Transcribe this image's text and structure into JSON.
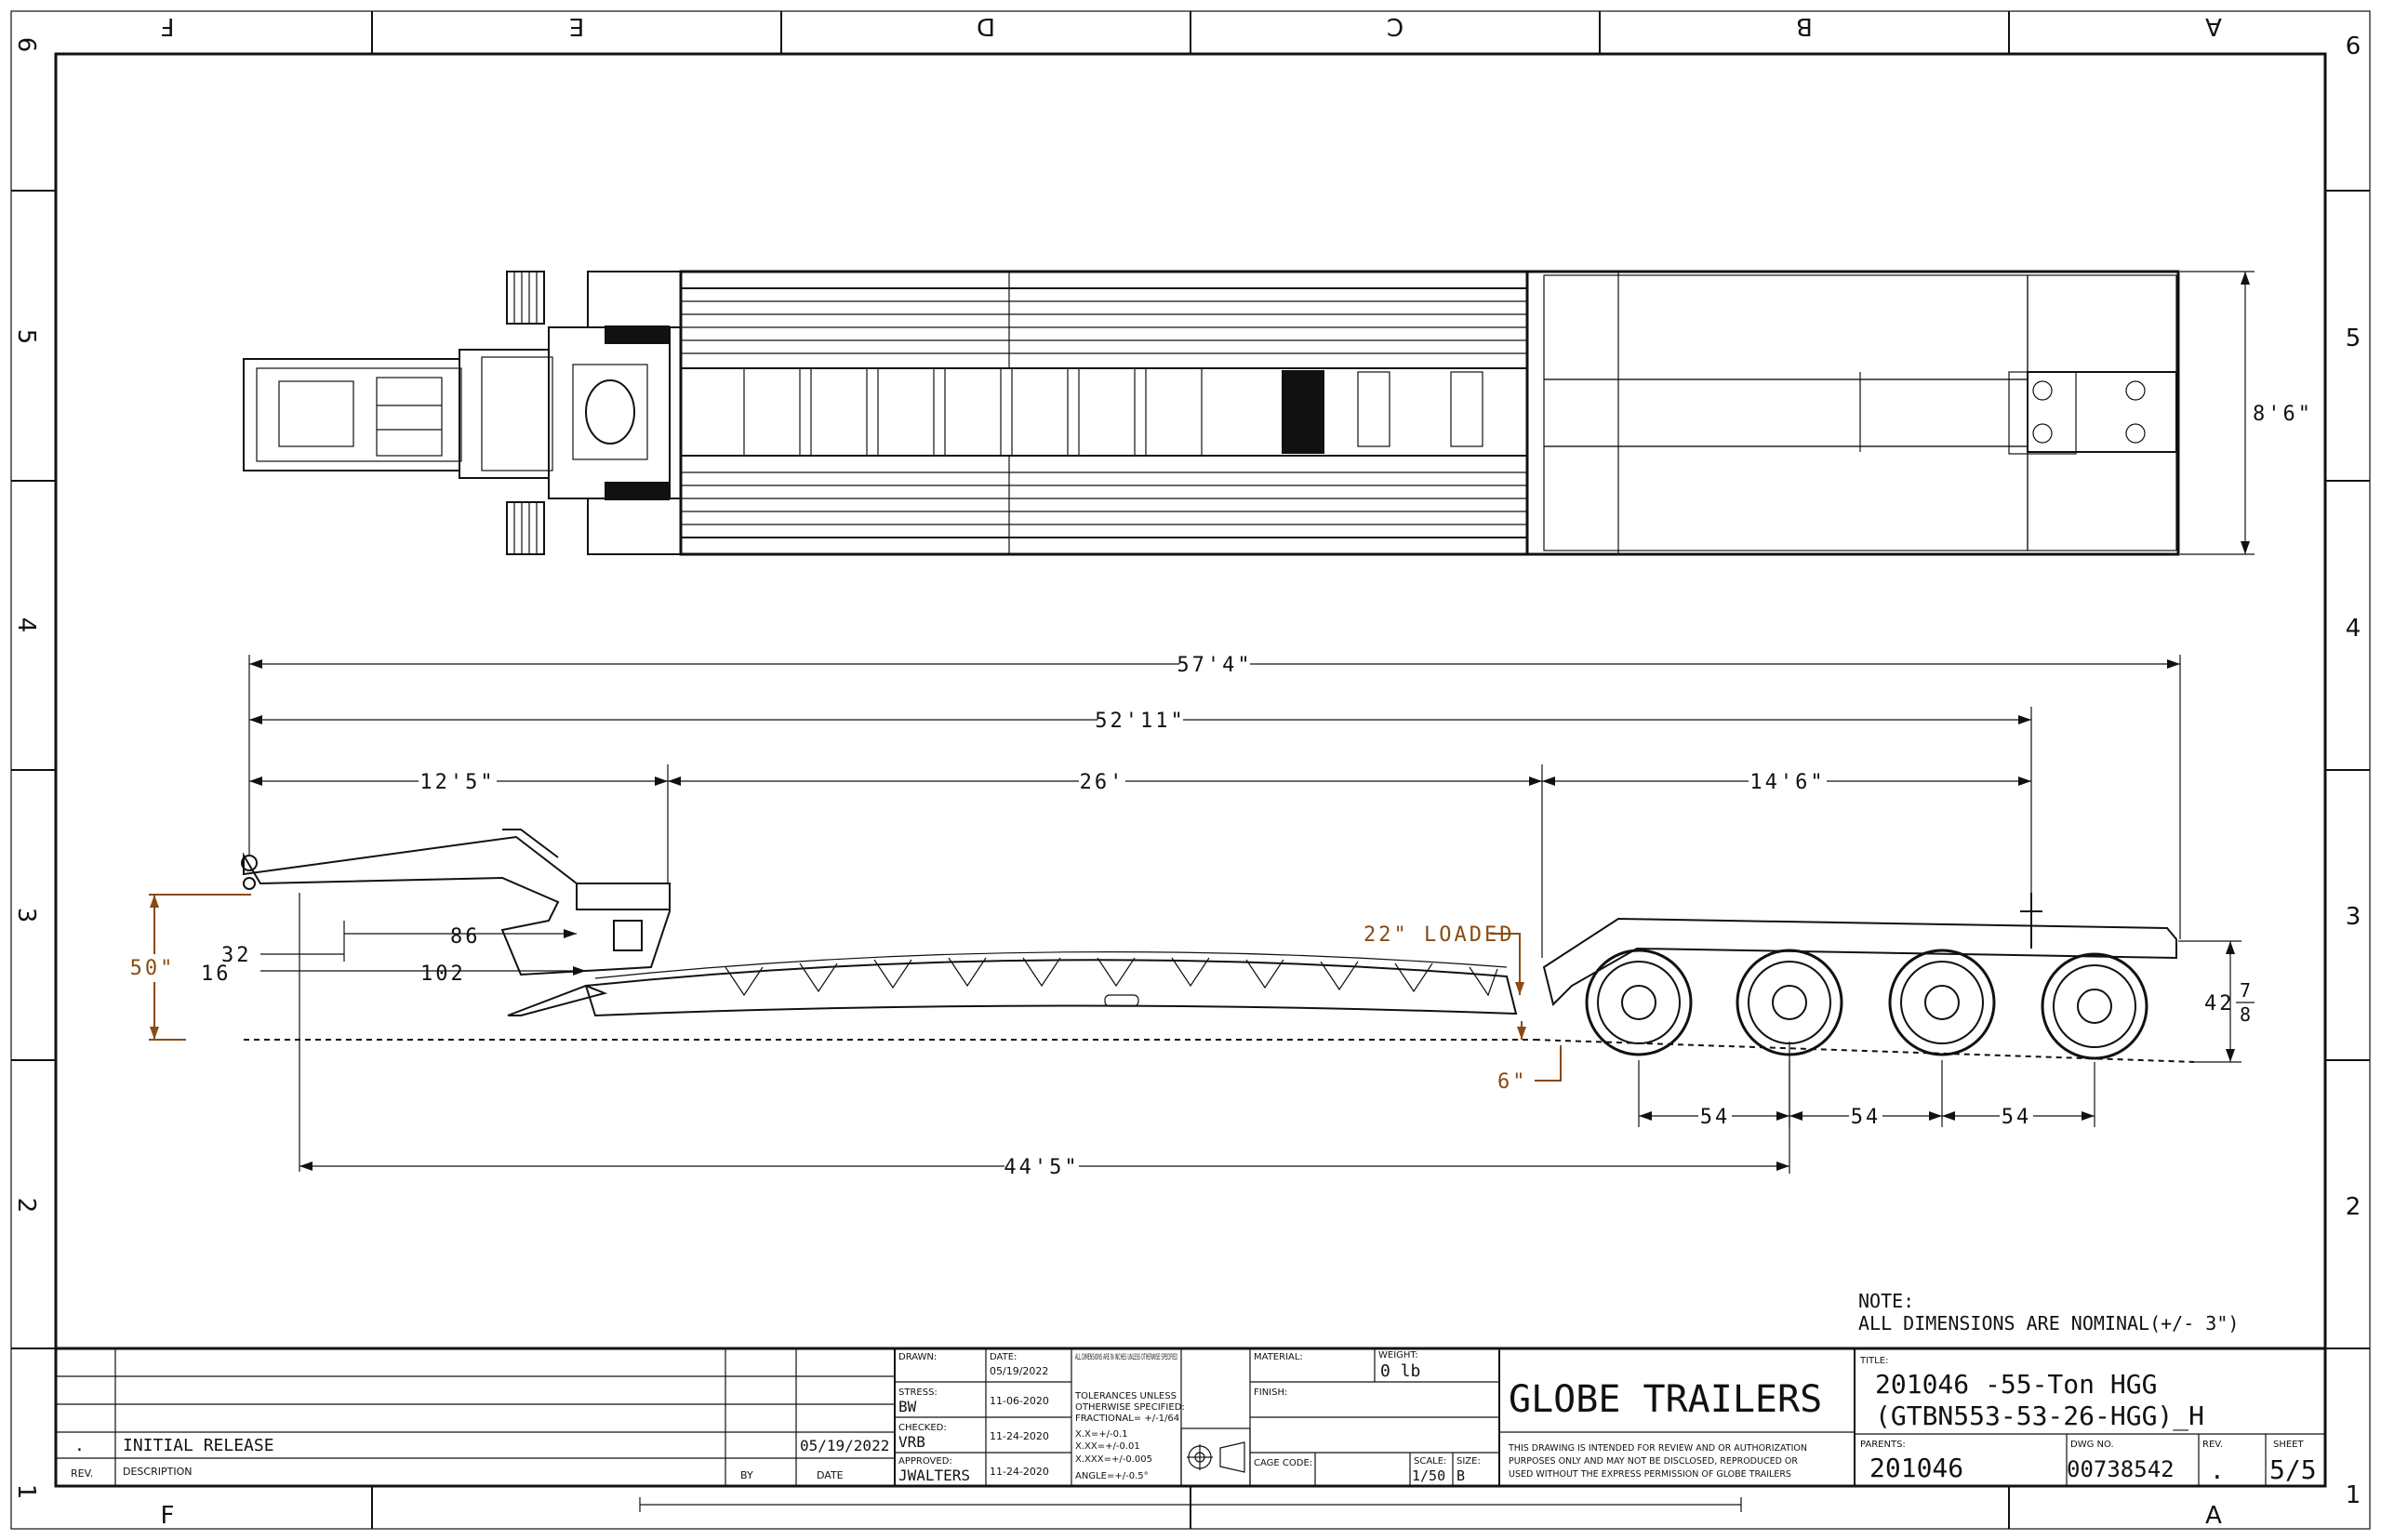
{
  "zones": {
    "columns": [
      "F",
      "E",
      "D",
      "C",
      "B",
      "A"
    ],
    "rows": [
      "6",
      "5",
      "4",
      "3",
      "2",
      "1"
    ]
  },
  "dimensions": {
    "overall_length": "57'4\"",
    "deck_length_to_axle": "52'11\"",
    "gooseneck_length": "12'5\"",
    "well_length": "26'",
    "rear_deck_length": "14'6\"",
    "width": "8'6\"",
    "kingpin_to_axle": "44'5\"",
    "fifth_wheel_height": "50\"",
    "dim_32": "32",
    "dim_16": "16",
    "dim_86": "86",
    "dim_102": "102",
    "loaded_label": "22\" LOADED",
    "ground_clearance": "6\"",
    "rear_height_whole": "42",
    "rear_height_num": "7",
    "rear_height_den": "8",
    "axle_spacing_1": "54",
    "axle_spacing_2": "54",
    "axle_spacing_3": "54"
  },
  "note": {
    "heading": "NOTE:",
    "text": "ALL DIMENSIONS ARE NOMINAL(+/- 3\")"
  },
  "title_block": {
    "revision_row": {
      "rev": ".",
      "description": "INITIAL RELEASE",
      "date": "05/19/2022"
    },
    "headers": {
      "rev": "REV.",
      "description": "DESCRIPTION",
      "by": "BY",
      "date": "DATE"
    },
    "drawn_label": "DRAWN:",
    "drawn_date_label": "DATE:",
    "drawn_date": "05/19/2022",
    "stress_label": "STRESS:",
    "stress_by": "BW",
    "stress_date": "11-06-2020",
    "checked_label": "CHECKED:",
    "checked_by": "VRB",
    "checked_date": "11-24-2020",
    "approved_label": "APPROVED:",
    "approved_by": "JWALTERS",
    "approved_date": "11-24-2020",
    "units_note": "ALL DIMENSIONS ARE IN INCHES UNLESS OTHERWISE SPECIFIED",
    "tol_1": "TOLERANCES UNLESS",
    "tol_2": "OTHERWISE SPECIFIED:",
    "tol_3": "FRACTIONAL= +/-1/64",
    "tol_4": "X.X=+/-0.1",
    "tol_5": "X.XX=+/-0.01",
    "tol_6": "X.XXX=+/-0.005",
    "tol_7": "ANGLE=+/-0.5°",
    "material_label": "MATERIAL:",
    "weight_label": "WEIGHT:",
    "weight": "0 lb",
    "finish_label": "FINISH:",
    "cage_label": "CAGE CODE:",
    "scale_label": "SCALE:",
    "scale": "1/50",
    "size_label": "SIZE:",
    "size": "B",
    "company": "GLOBE TRAILERS",
    "disclaimer_1": "THIS DRAWING IS INTENDED FOR REVIEW AND OR AUTHORIZATION",
    "disclaimer_2": "PURPOSES ONLY AND MAY NOT BE DISCLOSED, REPRODUCED OR",
    "disclaimer_3": "USED WITHOUT THE EXPRESS PERMISSION OF GLOBE TRAILERS",
    "title_label": "TITLE:",
    "title_1": "201046 -55-Ton HGG",
    "title_2": "(GTBN553-53-26-HGG)_H",
    "parents_label": "PARENTS:",
    "parents": "201046",
    "dwg_label": "DWG NO.",
    "dwg_no": "00738542",
    "rev_label": "REV.",
    "rev": ".",
    "sheet_label": "SHEET",
    "sheet": "5/5"
  }
}
